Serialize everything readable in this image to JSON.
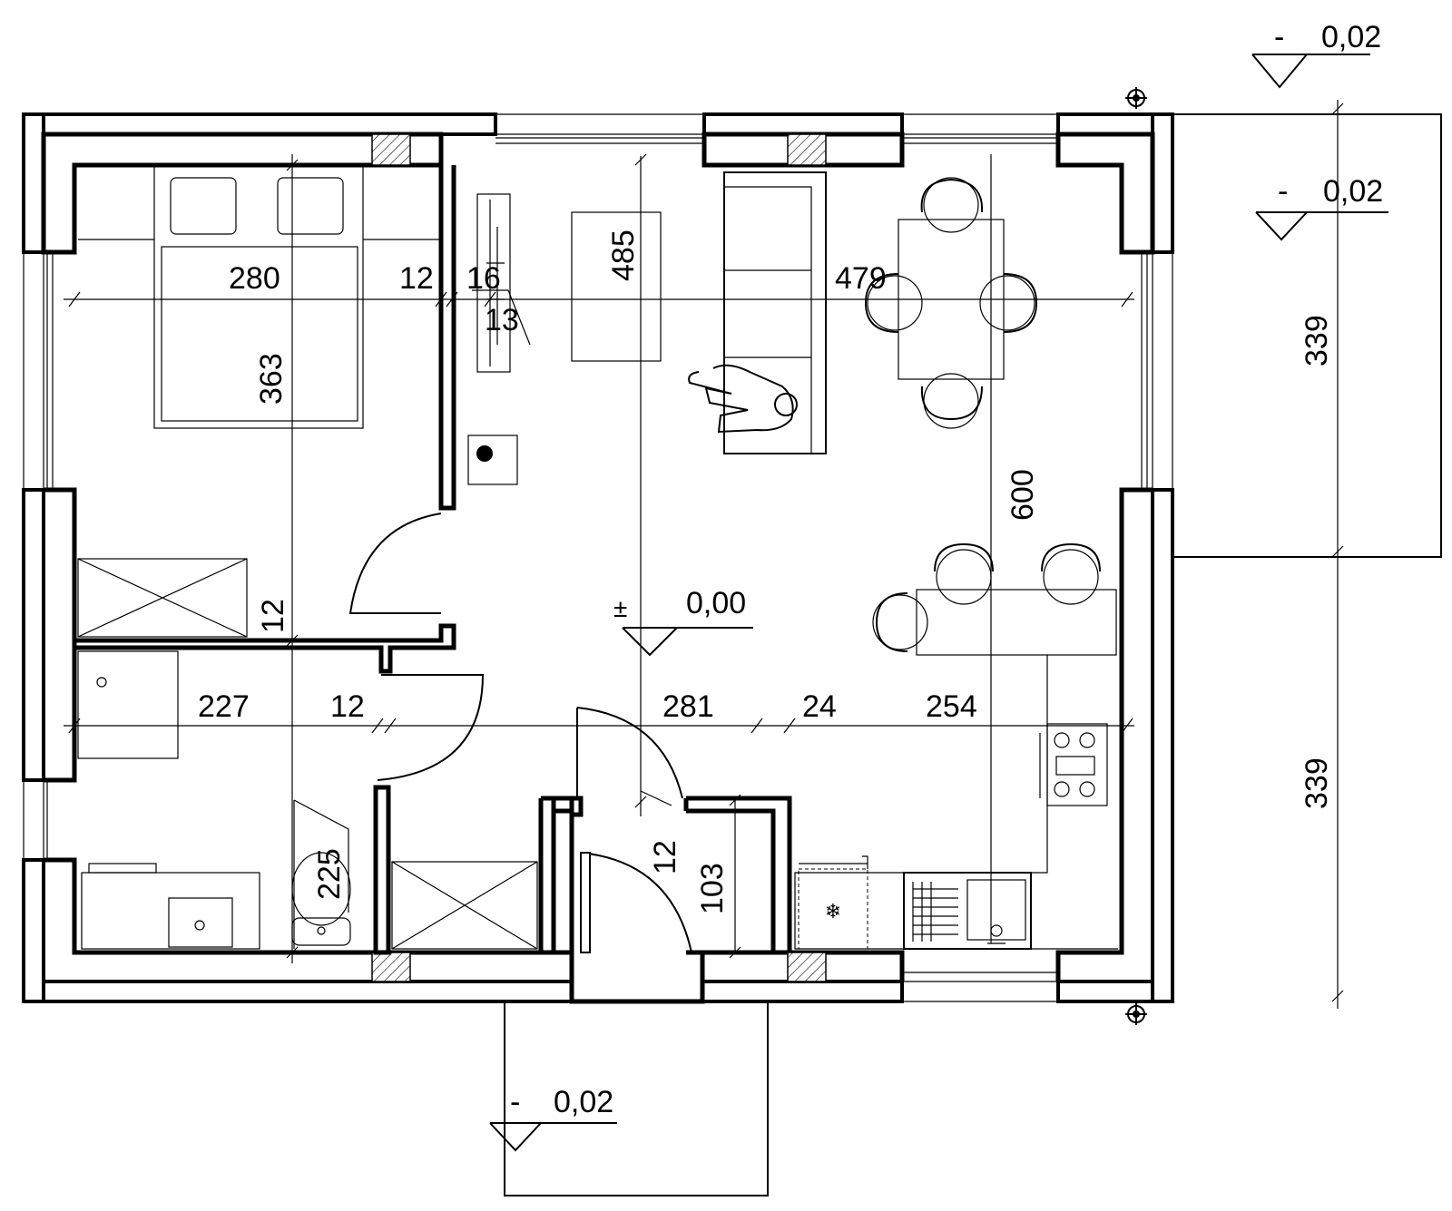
{
  "dimensions": {
    "bedroom_width": "280",
    "wall_a": "12",
    "wall_b": "16",
    "wall_c": "13",
    "tv_area": "485",
    "living_width": "479",
    "bedroom_depth": "363",
    "living_depth": "600",
    "closet_wall": "12",
    "bath_width": "227",
    "bath_wall": "12",
    "hall_width": "281",
    "kitchen_wall": "24",
    "kitchen_width": "254",
    "bath_depth": "225",
    "vest_wall": "12",
    "vest_depth": "103",
    "terrace_upper": "339",
    "terrace_lower": "339"
  },
  "levels": {
    "floor_sign": "±",
    "floor_level": "0,00",
    "terrace_top_sign": "-",
    "terrace_top": "0,02",
    "terrace_mid_sign": "-",
    "terrace_mid": "0,02",
    "entrance_sign": "-",
    "entrance": "0,02"
  },
  "icons": {
    "fridge": "snowflake-icon",
    "compass": "north-arrow-icon"
  },
  "colors": {
    "ink": "#000000",
    "paper": "#ffffff"
  }
}
